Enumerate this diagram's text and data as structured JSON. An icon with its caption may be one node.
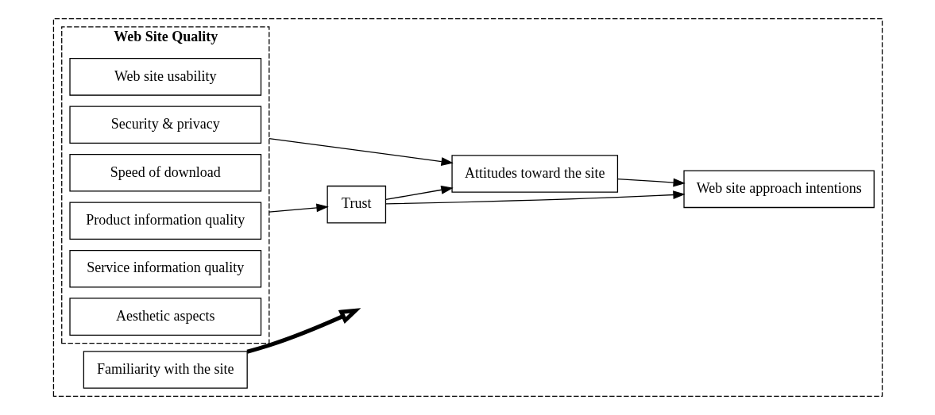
{
  "diagram": {
    "nodes": [
      {
        "text": [],
        "shape": "box"
      },
      {
        "text": [
          "Web Site Quality"
        ],
        "in": 0
      },
      {
        "text": [
          "Web site usability"
        ],
        "in": 1
      },
      {
        "text": [
          "Security & privacy"
        ],
        "in": 1
      },
      {
        "text": [
          "Speed of download"
        ],
        "in": 1
      },
      {
        "text": [
          "Product information quality"
        ],
        "in": 1
      },
      {
        "text": [
          "Service information quality"
        ],
        "in": 1
      },
      {
        "text": [
          "Aesthetic aspects"
        ],
        "in": 1
      },
      {
        "text": [
          "Attitudes toward the site"
        ],
        "in": 0
      },
      {
        "text": [
          "Trust"
        ],
        "in": 0
      },
      {
        "text": [
          "Web site approach intentions"
        ],
        "in": 0
      },
      {
        "text": [
          "Familiarity with the site"
        ],
        "in": 0
      }
    ],
    "edges": [
      {
        "from": 1,
        "to": 8,
        "arrow": "to"
      },
      {
        "from": 1,
        "to": 9,
        "arrow": "to"
      },
      {
        "from": 9,
        "to": 8,
        "arrow": "to"
      },
      {
        "from": 8,
        "to": 10,
        "arrow": "to"
      },
      {
        "from": 9,
        "to": 10,
        "arrow": "to"
      },
      {
        "from": 11,
        "to": null,
        "arrow": "to",
        "style": "thick"
      }
    ]
  }
}
